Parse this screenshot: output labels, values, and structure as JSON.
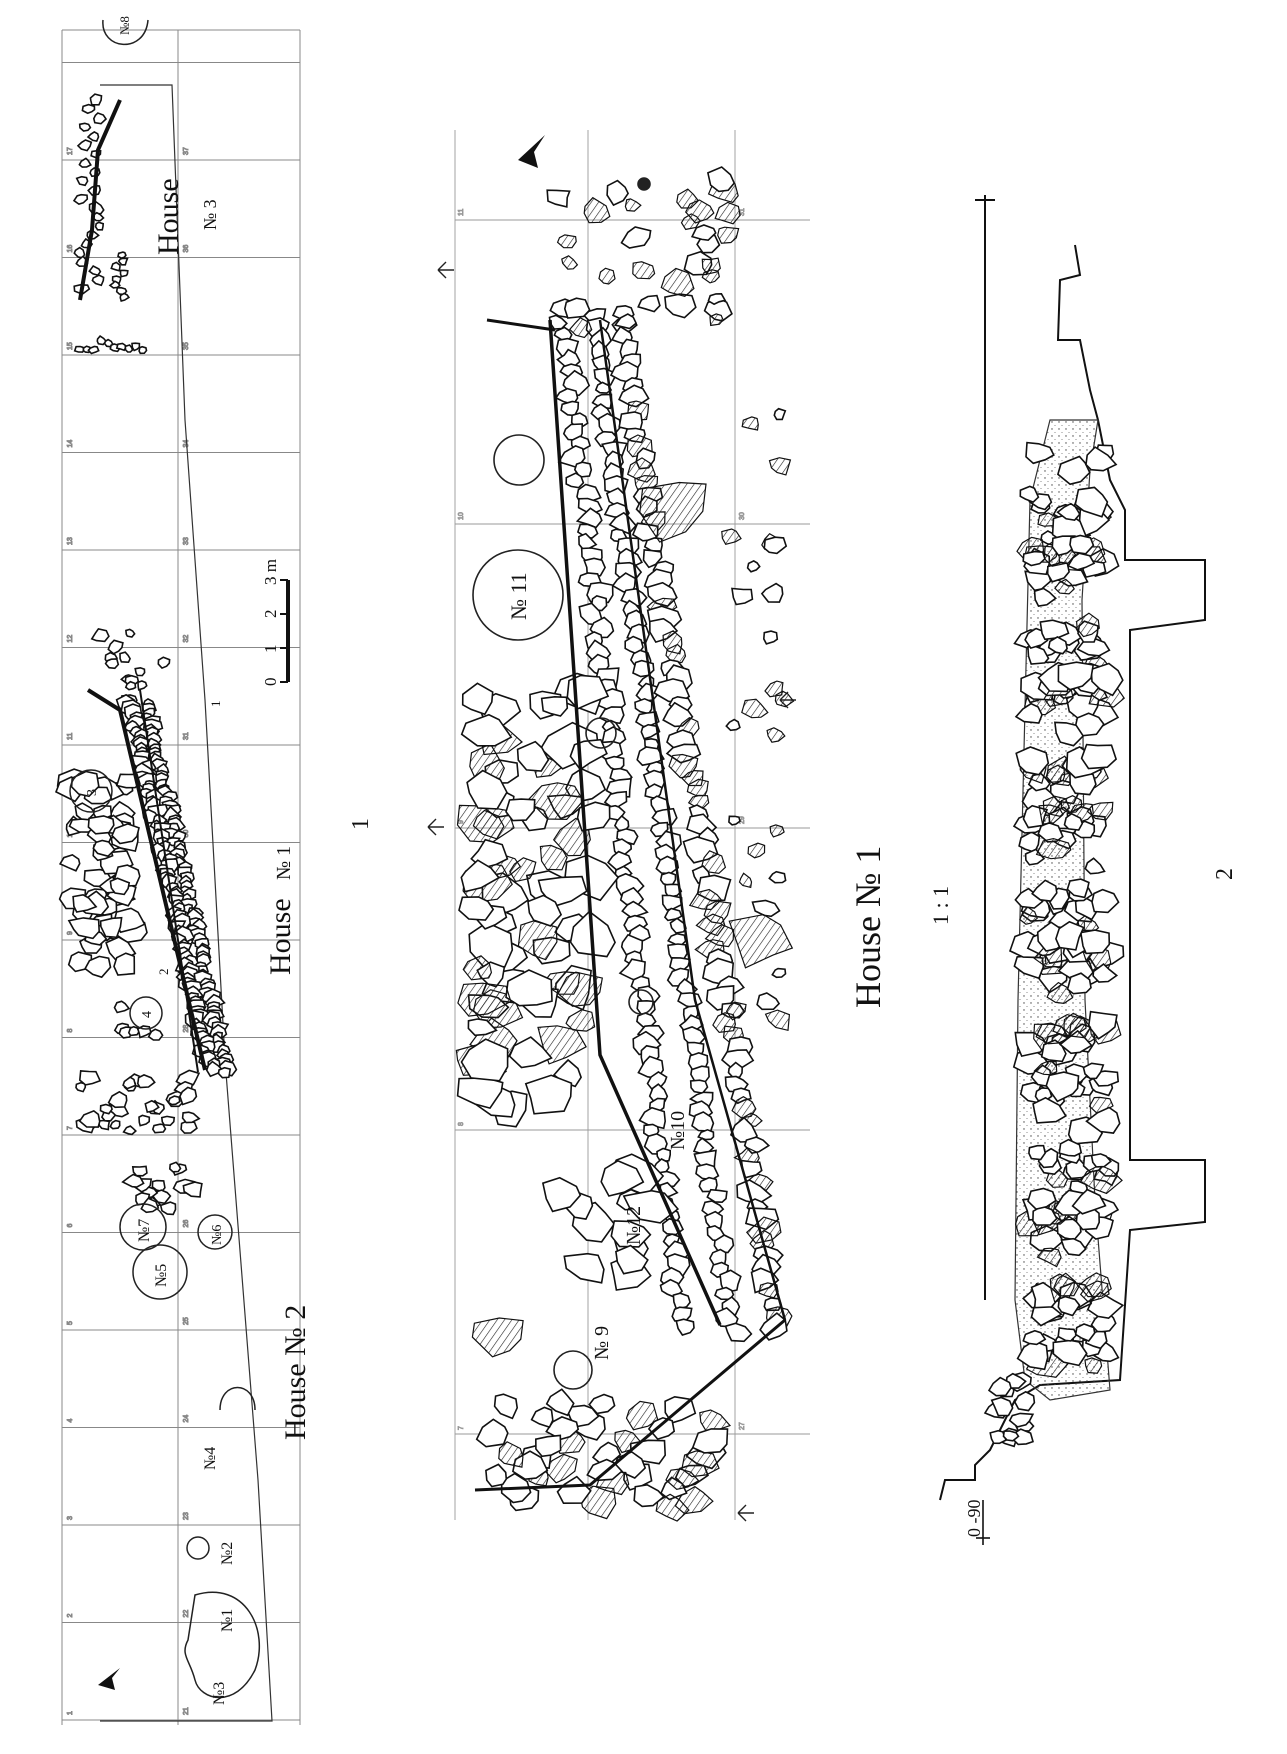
{
  "plan1": {
    "figure_label": "1",
    "house1_label": "House",
    "house1_num": "№ 1",
    "house2_label": "House № 2",
    "house3_label": "House",
    "house3_num": "№ 3",
    "scale_ticks": [
      "0",
      "1",
      "2",
      "3 m"
    ],
    "pits": [
      "№1",
      "№2",
      "№3",
      "№4",
      "№5",
      "№6",
      "№7",
      "№8"
    ],
    "features": [
      "1",
      "2",
      "3",
      "4"
    ],
    "grid_top": [
      "1",
      "2",
      "3",
      "4",
      "5",
      "6",
      "7",
      "8",
      "9",
      "10",
      "11",
      "12",
      "13",
      "14",
      "15",
      "16",
      "17"
    ],
    "grid_mid": [
      "21",
      "22",
      "23",
      "24",
      "25",
      "26",
      "27",
      "28",
      "29",
      "30",
      "31",
      "32",
      "33",
      "34",
      "35",
      "36",
      "37"
    ]
  },
  "plan2": {
    "house_label": "House № 1",
    "pits": [
      "№ 9",
      "№10",
      "№ 11",
      "№12"
    ],
    "grid_top": [
      "7",
      "8",
      "9",
      "10",
      "11"
    ],
    "grid_mid": [
      "27",
      "28",
      "29",
      "30",
      "31"
    ]
  },
  "section": {
    "scale": "1 : 1",
    "figure_label": "2",
    "datum": "0 -90"
  }
}
